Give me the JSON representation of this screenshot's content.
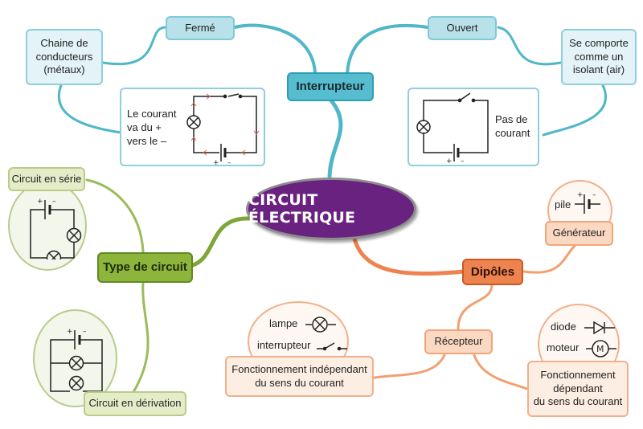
{
  "title": "CIRCUIT ÉLECTRIQUE",
  "colors": {
    "center": "#6a2280",
    "interrupteur_branch": "#4fb7c8",
    "type_branch": "#7fa63a",
    "dipoles_branch": "#ee8350"
  },
  "interrupteur": {
    "label": "Interrupteur",
    "ferme": {
      "label": "Fermé",
      "detail": "Chaine de conducteurs (métaux)",
      "detail_lines": [
        "Chaine de",
        "conducteurs",
        "(métaux)"
      ],
      "circuit_text_lines": [
        "Le courant",
        "va du +",
        "vers le –"
      ],
      "circuit_icon": "closed-circuit-diagram"
    },
    "ouvert": {
      "label": "Ouvert",
      "detail_lines": [
        "Se comporte",
        "comme un",
        "isolant (air)"
      ],
      "circuit_text_lines": [
        "Pas de",
        "courant"
      ],
      "circuit_icon": "open-circuit-diagram"
    }
  },
  "type_circuit": {
    "label": "Type de circuit",
    "serie": {
      "label": "Circuit en série",
      "icon": "series-circuit-diagram"
    },
    "derivation": {
      "label": "Circuit en dérivation",
      "icon": "parallel-circuit-diagram"
    }
  },
  "dipoles": {
    "label": "Dipôles",
    "generateur": {
      "label": "Générateur",
      "symbols": [
        {
          "name": "pile",
          "icon": "battery-symbol"
        }
      ]
    },
    "recepteur": {
      "label": "Récepteur",
      "independant": {
        "lines": [
          "Fonctionnement indépendant",
          "du sens du courant"
        ],
        "symbols": [
          {
            "name": "lampe",
            "icon": "lamp-symbol"
          },
          {
            "name": "interrupteur",
            "icon": "switch-symbol"
          }
        ]
      },
      "dependant": {
        "lines": [
          "Fonctionnement",
          "dépendant",
          "du sens du courant"
        ],
        "symbols": [
          {
            "name": "diode",
            "icon": "diode-symbol"
          },
          {
            "name": "moteur",
            "icon": "motor-symbol"
          }
        ]
      }
    }
  },
  "symbol_labels": {
    "plus": "+",
    "minus": "–",
    "motor": "M"
  }
}
